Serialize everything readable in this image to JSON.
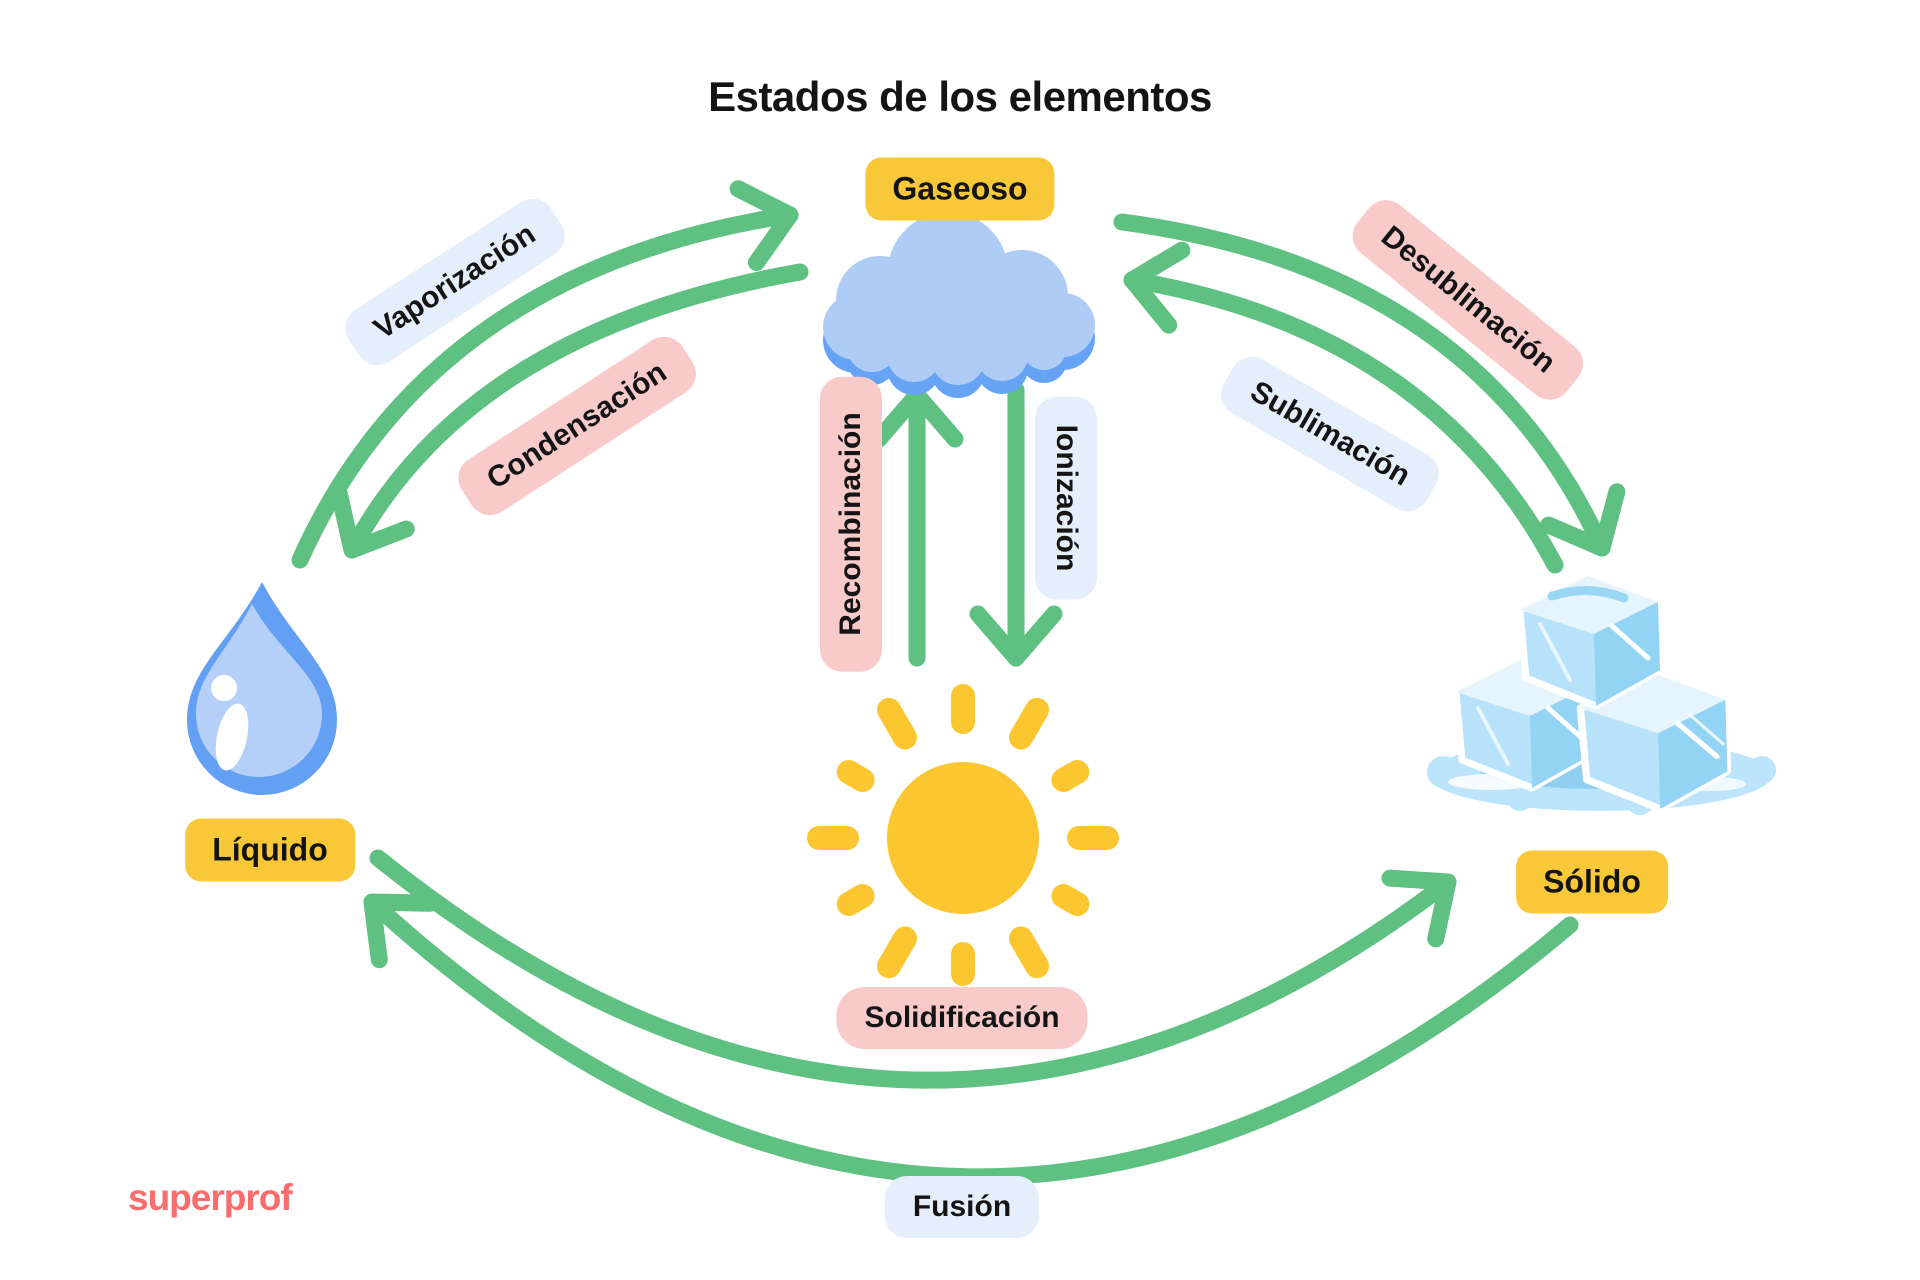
{
  "title": "Estados de los elementos",
  "brand": {
    "logo_text": "superprof",
    "logo_color": "#fb6d6c"
  },
  "states": {
    "gaseoso": {
      "label": "Gaseoso",
      "icon": "cloud-icon"
    },
    "liquido": {
      "label": "Líquido",
      "icon": "water-drop-icon"
    },
    "solido": {
      "label": "Sólido",
      "icon": "ice-cubes-icon"
    },
    "plasma": {
      "label": "",
      "icon": "sun-icon"
    }
  },
  "processes": {
    "vaporizacion": {
      "label": "Vaporización",
      "badge": "blue",
      "from": "liquido",
      "to": "gaseoso"
    },
    "condensacion": {
      "label": "Condensación",
      "badge": "pink",
      "from": "gaseoso",
      "to": "liquido"
    },
    "desublimacion": {
      "label": "Desublimación",
      "badge": "pink",
      "from": "gaseoso",
      "to": "solido"
    },
    "sublimacion": {
      "label": "Sublimación",
      "badge": "blue",
      "from": "solido",
      "to": "gaseoso"
    },
    "recombinacion": {
      "label": "Recombinación",
      "badge": "pink",
      "from": "plasma",
      "to": "gaseoso"
    },
    "ionizacion": {
      "label": "Ionización",
      "badge": "blue",
      "from": "gaseoso",
      "to": "plasma"
    },
    "solidificacion": {
      "label": "Solidificación",
      "badge": "pink",
      "from": "liquido",
      "to": "solido"
    },
    "fusion": {
      "label": "Fusión",
      "badge": "blue",
      "from": "solido",
      "to": "liquido"
    }
  },
  "colors": {
    "arrow_green": "#5ec081",
    "state_badge_yellow": "#f9c838",
    "process_badge_blue": "#e5eefb",
    "process_badge_pink": "#f9caca",
    "text": "#141414",
    "cloud_light": "#afccf7",
    "cloud_shadow": "#66a3f4",
    "drop_outer": "#63a0f3",
    "drop_inner": "#b5d0f8",
    "sun_yellow": "#fbc62f",
    "ice_blue": "#b7e2f9"
  }
}
